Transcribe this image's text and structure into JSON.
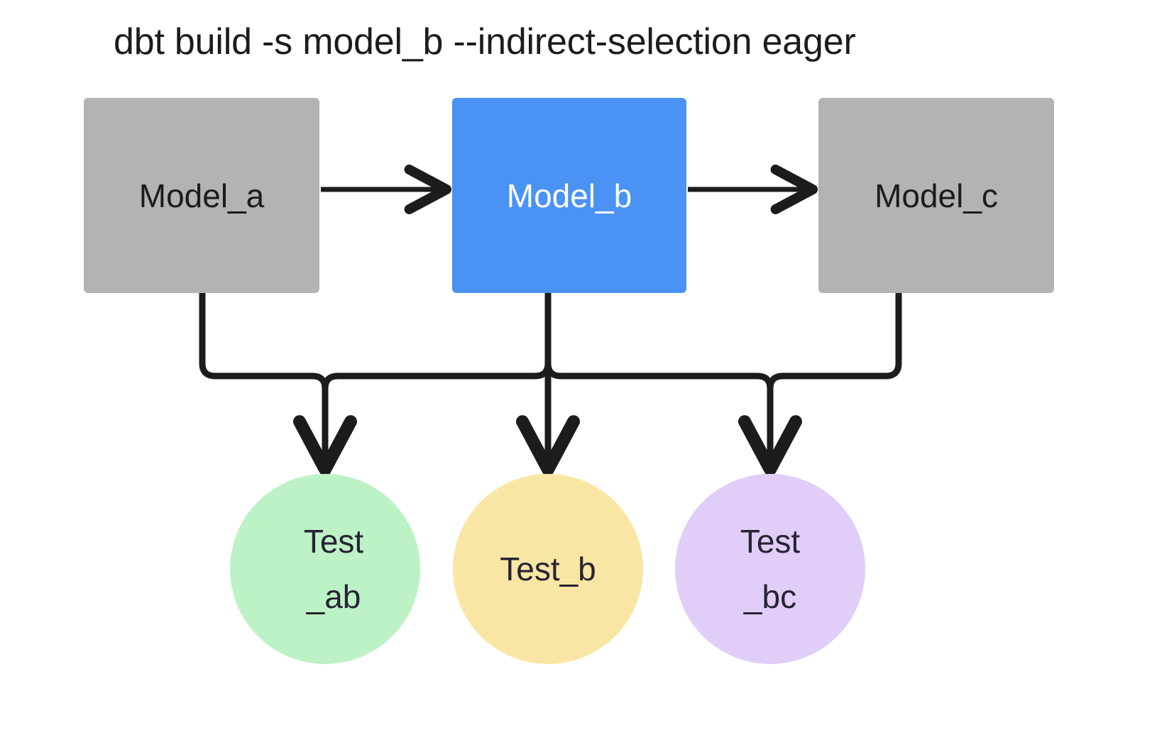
{
  "title": "dbt build -s model_b --indirect-selection eager",
  "colors": {
    "background": "#ffffff",
    "model_default": "#b3b3b3",
    "model_selected": "#4a93f5",
    "text_dark": "#1c1c1c",
    "text_light": "#ffffff",
    "edge": "#1c1c1c",
    "test_ab": "#bdf2c6",
    "test_b": "#fae6a4",
    "test_bc": "#e0cdf8"
  },
  "models": [
    {
      "id": "model_a",
      "label": "Model_a",
      "state": "unselected"
    },
    {
      "id": "model_b",
      "label": "Model_b",
      "state": "selected"
    },
    {
      "id": "model_c",
      "label": "Model_c",
      "state": "unselected"
    }
  ],
  "tests": [
    {
      "id": "test_ab",
      "label": "Test\n_ab"
    },
    {
      "id": "test_b",
      "label": "Test_b"
    },
    {
      "id": "test_bc",
      "label": "Test\n_bc"
    }
  ],
  "edges": [
    {
      "from": "model_a",
      "to": "model_b",
      "kind": "model-to-model"
    },
    {
      "from": "model_b",
      "to": "model_c",
      "kind": "model-to-model"
    },
    {
      "from": "model_a",
      "to": "test_ab",
      "kind": "model-to-test"
    },
    {
      "from": "model_b",
      "to": "test_ab",
      "kind": "model-to-test"
    },
    {
      "from": "model_b",
      "to": "test_b",
      "kind": "model-to-test"
    },
    {
      "from": "model_b",
      "to": "test_bc",
      "kind": "model-to-test"
    },
    {
      "from": "model_c",
      "to": "test_bc",
      "kind": "model-to-test"
    }
  ]
}
